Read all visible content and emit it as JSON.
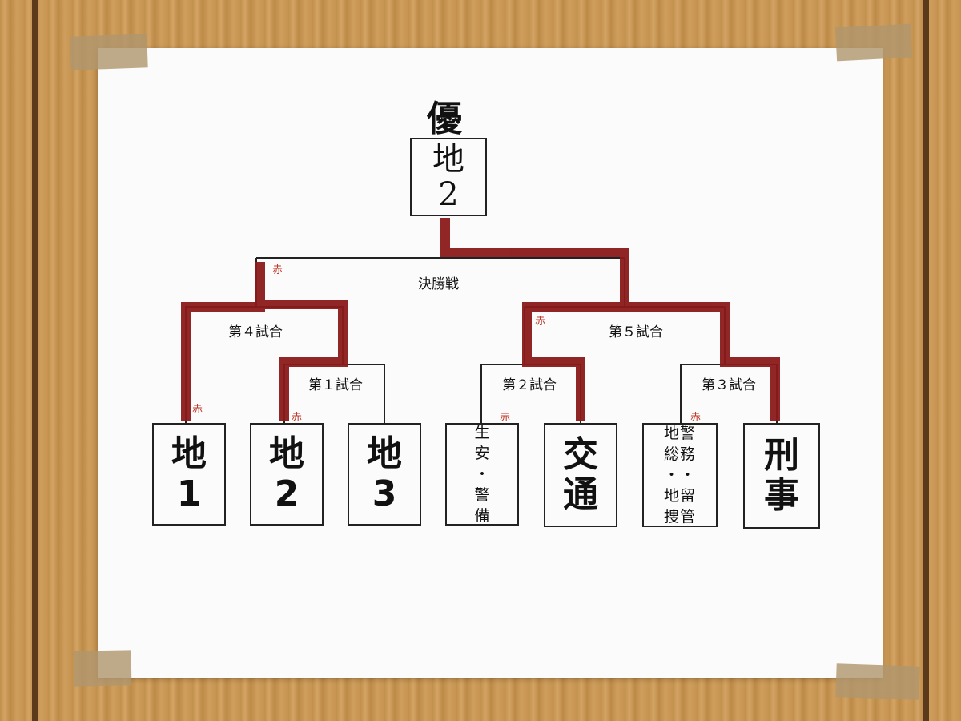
{
  "colors": {
    "line": "#222222",
    "tape": "#8b1a1a",
    "marker": "#c0392b"
  },
  "title": "優 勝",
  "champion": [
    "地",
    "2"
  ],
  "matches": {
    "final": "決勝戦",
    "m4": "第４試合",
    "m5": "第５試合",
    "m1": "第１試合",
    "m2": "第２試合",
    "m3": "第３試合"
  },
  "marker": "赤",
  "teams": [
    {
      "lines": [
        "地",
        "1"
      ]
    },
    {
      "lines": [
        "地",
        "2"
      ]
    },
    {
      "lines": [
        "地",
        "3"
      ]
    },
    {
      "lines": [
        "生",
        "安",
        "・",
        "警",
        "備"
      ]
    },
    {
      "lines": [
        "交",
        "通"
      ]
    },
    {
      "lines": [
        "地警",
        "総務",
        "・・",
        "地留",
        "捜管"
      ]
    },
    {
      "lines": [
        "刑",
        "事"
      ]
    }
  ]
}
